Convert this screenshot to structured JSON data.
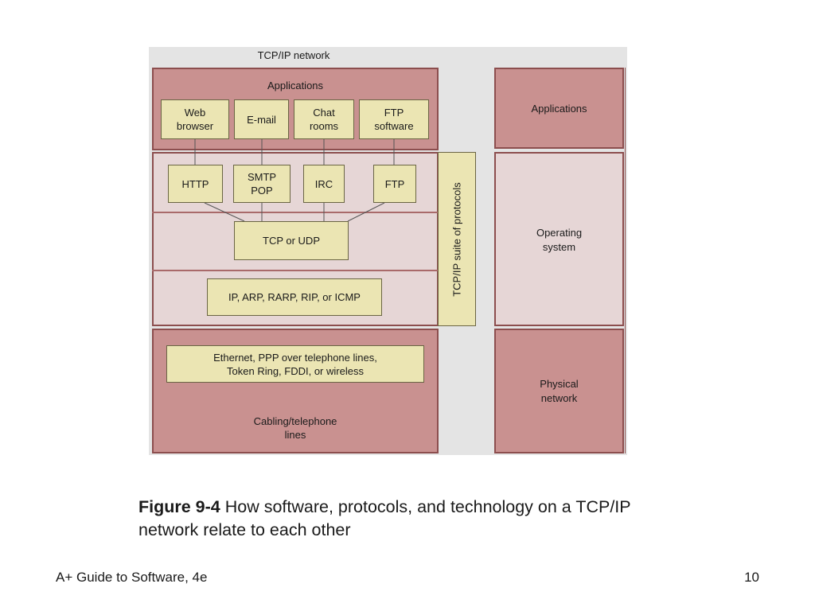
{
  "diagram": {
    "title": "TCP/IP network",
    "applications_band": {
      "label": "Applications",
      "apps": [
        "Web\nbrowser",
        "E-mail",
        "Chat\nrooms",
        "FTP\nsoftware"
      ]
    },
    "protocols": [
      "HTTP",
      "SMTP\nPOP",
      "IRC",
      "FTP"
    ],
    "transport": "TCP or UDP",
    "network": "IP, ARP, RARP, RIP, or ICMP",
    "suite_label": "TCP/IP suite of protocols",
    "physical_band": {
      "technologies": "Ethernet, PPP over telephone lines,\nToken Ring, FDDI, or wireless",
      "cabling": "Cabling/telephone\nlines"
    },
    "side_layers": [
      "Applications",
      "Operating\nsystem",
      "Physical\nnetwork"
    ]
  },
  "caption": {
    "figure_number": "Figure 9-4",
    "text": " How software, protocols, and technology on a TCP/IP network relate to each other"
  },
  "footer": {
    "book": "A+ Guide to Software, 4e",
    "page_number": "10"
  },
  "colors": {
    "band_dark": "#c99190",
    "band_light": "#e6d6d6",
    "box_yellow": "#ebe5b3",
    "figure_bg": "#e4e4e4"
  }
}
